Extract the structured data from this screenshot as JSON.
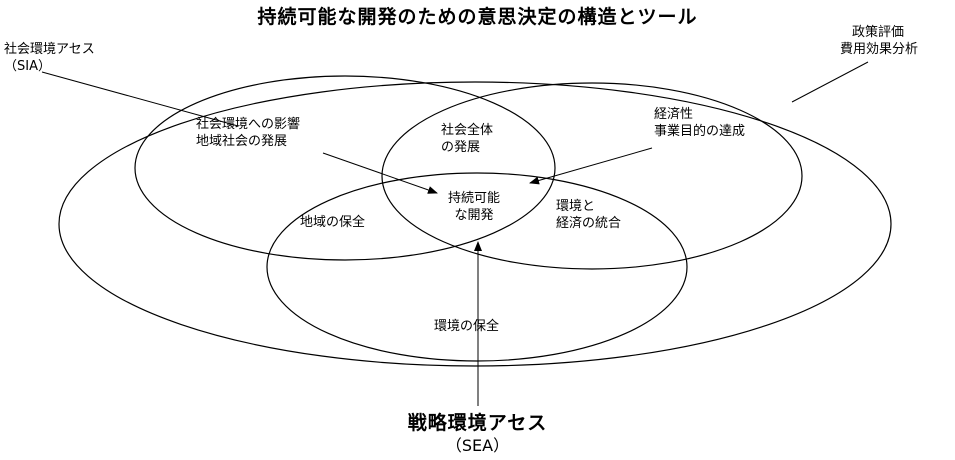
{
  "title": "持続可能な開発のための意思決定の構造とツール",
  "tools": {
    "sia": {
      "line1": "社会環境アセス",
      "line2": "（SIA）"
    },
    "policy": {
      "line1": "政策評価",
      "line2": "費用効果分析"
    },
    "sea": {
      "line1": "戦略環境アセス",
      "line2": "（SEA）"
    }
  },
  "regions": {
    "social_impact": {
      "line1": "社会環境への影響",
      "line2": "地域社会の発展"
    },
    "economic": {
      "line1": "経済性",
      "line2": "事業目的の達成"
    },
    "society_whole": {
      "line1": "社会全体",
      "line2": "の発展"
    },
    "sustainable": {
      "line1": "持続可能",
      "line2": "な開発"
    },
    "env_econ": {
      "line1": "環境と",
      "line2": "経済の統合"
    },
    "regional": {
      "line1": "地域の保全"
    },
    "environment": {
      "line1": "環境の保全"
    }
  }
}
